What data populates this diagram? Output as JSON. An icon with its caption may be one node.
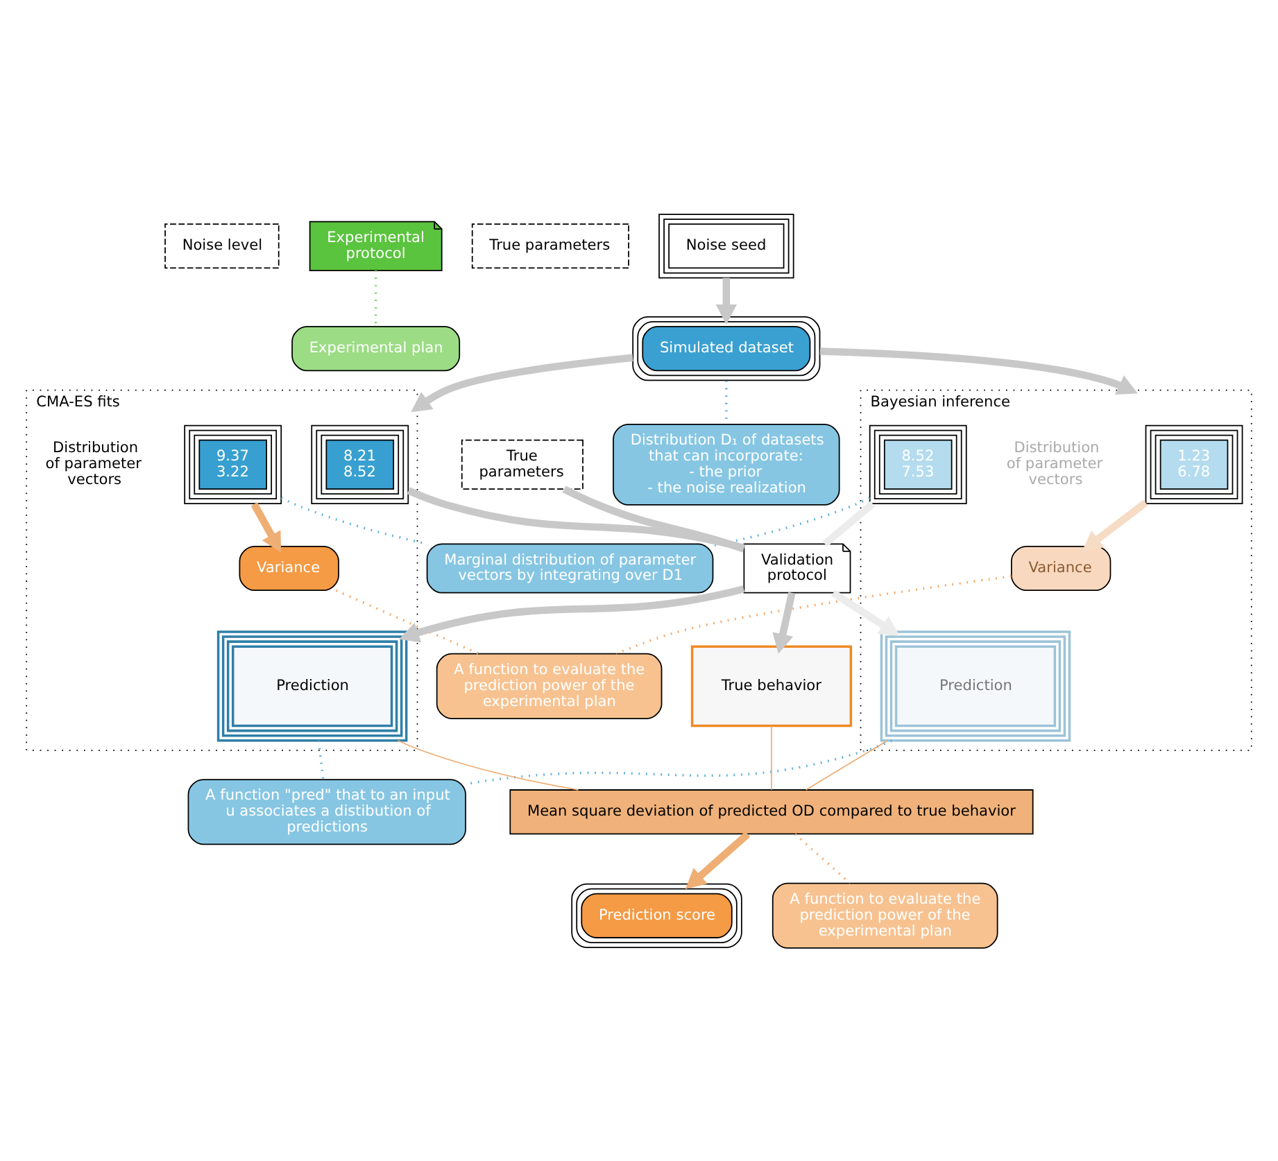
{
  "diagram": {
    "nodes": [
      {
        "text": [
          "Noise level"
        ]
      },
      {
        "text": [
          "Experimental protocol"
        ]
      },
      {
        "text": [
          "True parameters"
        ]
      },
      {
        "text": [
          "Noise seed"
        ]
      },
      {
        "text": [
          "Experimental plan"
        ]
      },
      {
        "text": [
          "Simulated dataset"
        ]
      },
      {
        "text": [
          "Distribution D₁ of datasets that can incorporate:",
          "- the prior",
          "- the noise realization"
        ]
      },
      {
        "text": [
          "Bayesian inference"
        ]
      },
      {
        "text": [
          "1.23",
          "6.78"
        ],
        "in": 7,
        "beside": [
          "Distribution of parameter vectors"
        ]
      },
      {
        "text": [
          "8.52",
          "7.53"
        ],
        "in": 7
      },
      {
        "text": [
          "Variance"
        ],
        "in": 7
      },
      {
        "text": [
          "Prediction"
        ],
        "in": 7
      },
      {
        "text": [
          "CMA-ES fits"
        ]
      },
      {
        "text": [
          "8.21",
          "8.52"
        ],
        "in": 12
      },
      {
        "text": [
          "9.37",
          "3.22"
        ],
        "in": 12,
        "beside": [
          "Distribution of parameter vectors"
        ]
      },
      {
        "text": [
          "Variance"
        ],
        "in": 12
      },
      {
        "text": [
          "Prediction"
        ],
        "in": 12
      },
      {
        "text": [
          "True parameters"
        ]
      },
      {
        "text": [
          "Validation protocol"
        ]
      },
      {
        "text": [
          "True behavior"
        ]
      },
      {
        "text": [
          "Mean square deviation of predicted OD compared to true behavior"
        ]
      },
      {
        "text": [
          "Prediction score"
        ]
      },
      {
        "text": [
          "Marginal distribution of parameter vectors by integrating over D1"
        ]
      },
      {
        "text": [
          "A function to evaluate the prediction power of the experimental plan"
        ]
      },
      {
        "text": [
          "A function \"pred\" that to an input u associates a distibution of predictions"
        ]
      },
      {
        "text": [
          "A function to evaluate the prediction power of the experimental plan"
        ]
      }
    ],
    "edges": [
      {
        "from": 3,
        "to": 5,
        "arrow": "to",
        "style": "thick"
      },
      {
        "from": 1,
        "to": 4,
        "arrow": "none",
        "style": "dashed",
        "color": "#7cc86a"
      },
      {
        "from": 5,
        "to": 6,
        "arrow": "none",
        "style": "dashed",
        "color": "#5aaedb"
      },
      {
        "from": 5,
        "to": 7,
        "arrow": "to",
        "style": "thick"
      },
      {
        "from": 5,
        "to": 12,
        "arrow": "to",
        "style": "thick"
      },
      {
        "from": 9,
        "to": 22,
        "arrow": "none",
        "style": "dashed",
        "color": "#5aaedb"
      },
      {
        "from": 14,
        "to": 22,
        "arrow": "none",
        "style": "dashed",
        "color": "#5aaedb"
      },
      {
        "from": 8,
        "to": 10,
        "arrow": "to",
        "style": "thick",
        "color": "#f6dcc4"
      },
      {
        "from": 14,
        "to": 15,
        "arrow": "to",
        "style": "thick",
        "color": "#eeae74"
      },
      {
        "from": 10,
        "to": 23,
        "arrow": "none",
        "style": "dashed",
        "color": "#f4a460"
      },
      {
        "from": 15,
        "to": 23,
        "arrow": "none",
        "style": "dashed",
        "color": "#f4a460"
      },
      {
        "from": 17,
        "to": 18,
        "arrow": "none",
        "style": "thick"
      },
      {
        "from": 9,
        "to": 18,
        "arrow": "none",
        "style": "thick",
        "color": "#ececec"
      },
      {
        "from": 13,
        "to": 18,
        "arrow": "none",
        "style": "thick"
      },
      {
        "from": 18,
        "to": 11,
        "arrow": "to",
        "style": "thick",
        "color": "#ececec"
      },
      {
        "from": 18,
        "to": 19,
        "arrow": "to",
        "style": "thick"
      },
      {
        "from": 18,
        "to": 16,
        "arrow": "to",
        "style": "thick"
      },
      {
        "from": 11,
        "to": 24,
        "arrow": "none",
        "style": "dashed",
        "color": "#5aaedb"
      },
      {
        "from": 16,
        "to": 24,
        "arrow": "none",
        "style": "dashed",
        "color": "#5aaedb"
      },
      {
        "from": 11,
        "to": 20,
        "arrow": "none",
        "color": "#eeae74"
      },
      {
        "from": 19,
        "to": 20,
        "arrow": "none",
        "color": "#eeae74"
      },
      {
        "from": 16,
        "to": 20,
        "arrow": "none",
        "color": "#eeae74"
      },
      {
        "from": 20,
        "to": 21,
        "arrow": "to",
        "style": "thick",
        "color": "#eeae74"
      },
      {
        "from": 20,
        "to": 25,
        "arrow": "none",
        "style": "dashed",
        "color": "#f4a460"
      }
    ]
  }
}
